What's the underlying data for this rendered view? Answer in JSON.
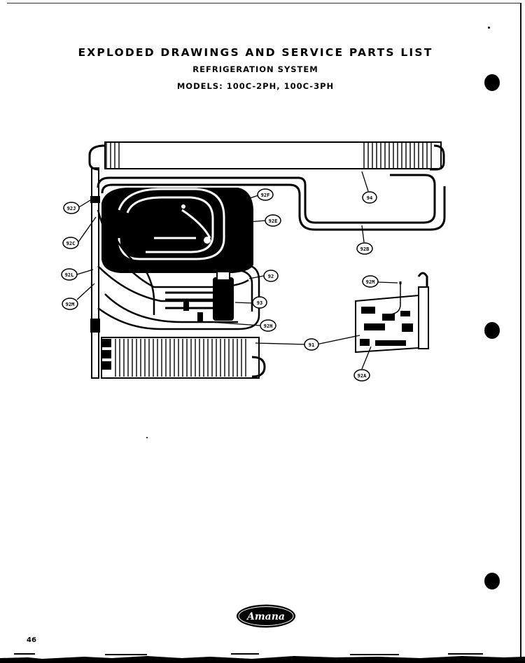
{
  "header": {
    "title": "EXPLODED DRAWINGS AND SERVICE PARTS LIST",
    "subtitle": "REFRIGERATION SYSTEM",
    "models": "MODELS: 100C-2PH, 100C-3PH"
  },
  "callouts": {
    "c92j": "92J",
    "c92c": "92C",
    "c92l": "92L",
    "c92m_left": "92M",
    "c92f": "92F",
    "c92e": "92E",
    "c92": "92",
    "c93": "93",
    "c92h": "92H",
    "c94": "94",
    "c92b": "92B",
    "c92m_right": "92M",
    "c91": "91",
    "c92a": "92A"
  },
  "footer": {
    "page_number": "46",
    "brand": "Amana"
  }
}
